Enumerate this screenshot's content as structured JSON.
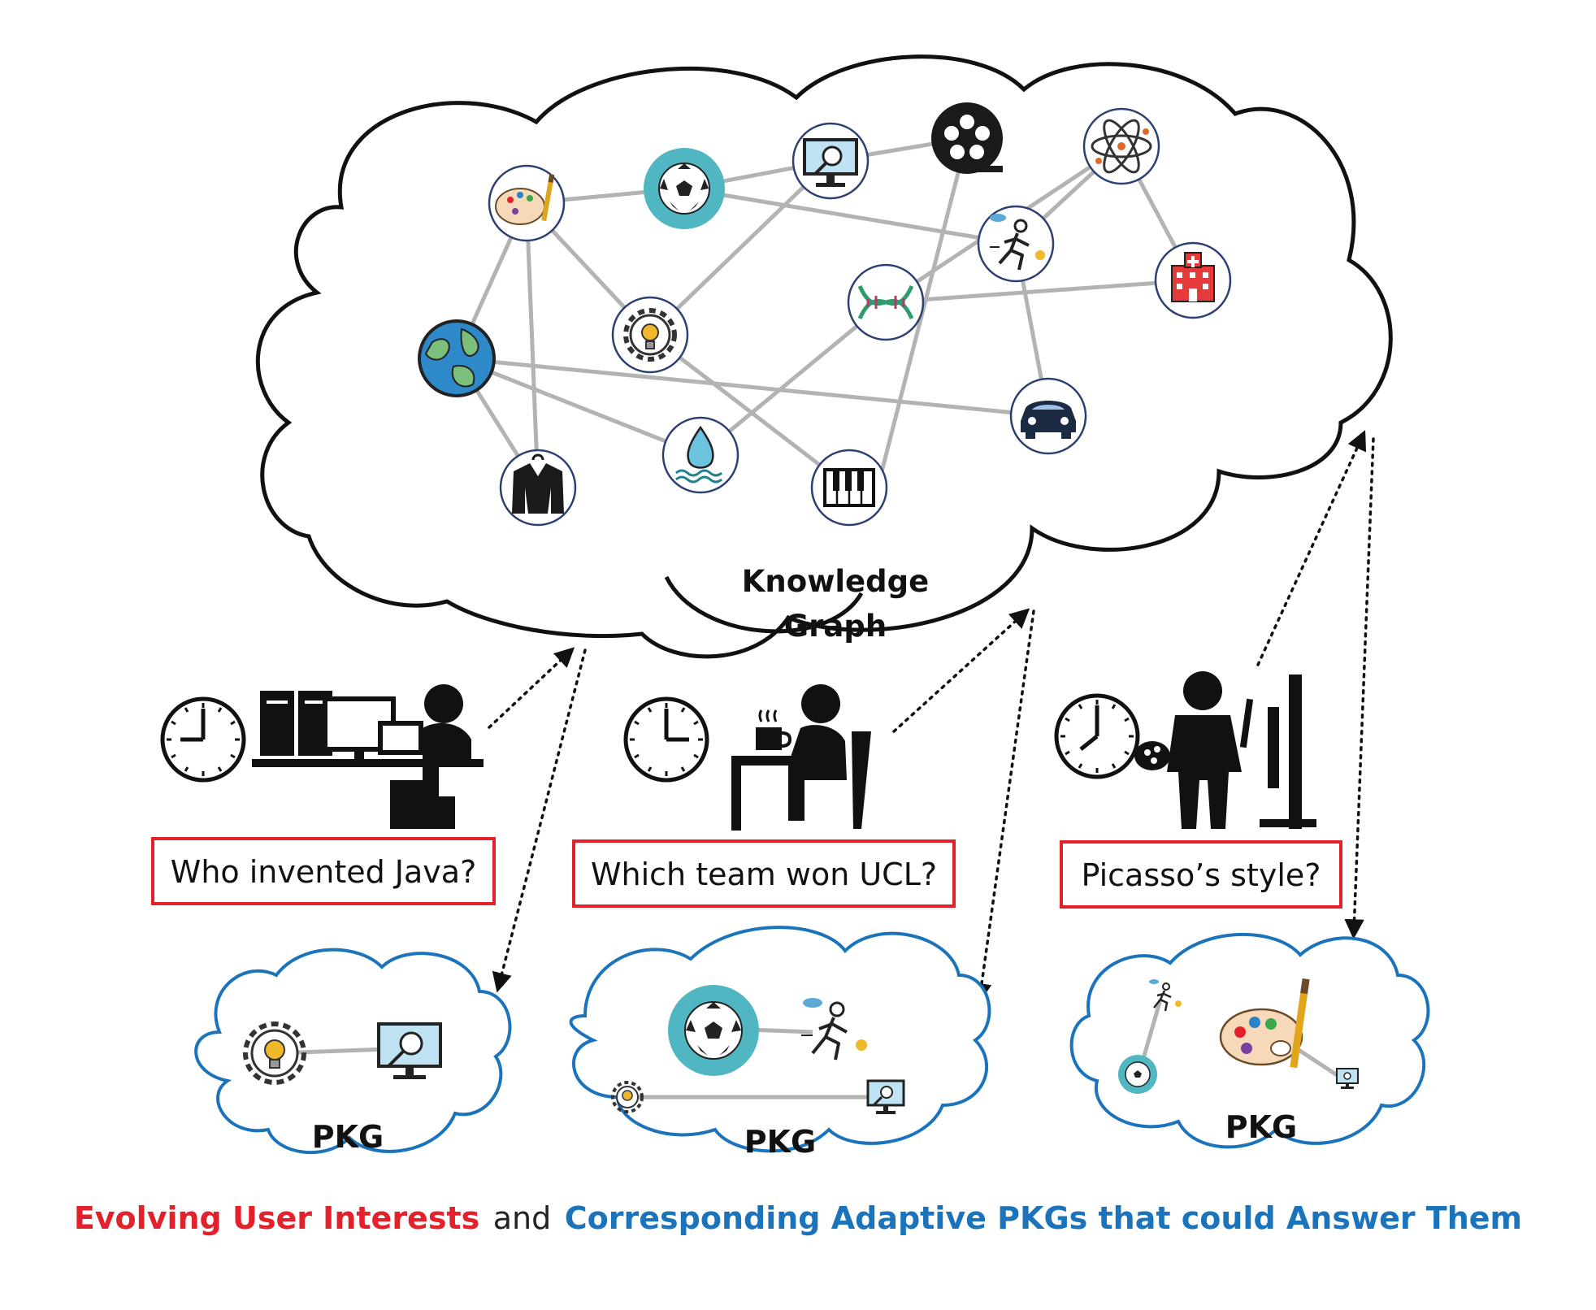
{
  "knowledge_graph": {
    "label_line1": "Knowledge",
    "label_line2": "Graph",
    "nodes": [
      "palette-icon",
      "soccer-ball-icon",
      "monitor-search-icon",
      "film-reel-icon",
      "atom-icon",
      "runner-icon",
      "hospital-icon",
      "dna-icon",
      "gear-bulb-icon",
      "globe-icon",
      "car-icon",
      "water-drop-icon",
      "piano-icon",
      "coat-icon"
    ]
  },
  "users": [
    {
      "clock": "9 o'clock",
      "activity": "working at computer",
      "question": "Who invented Java?"
    },
    {
      "clock": "3 o'clock",
      "activity": "having coffee",
      "question": "Which team won UCL?"
    },
    {
      "clock": "8 o'clock",
      "activity": "painting",
      "question": "Picasso’s style?"
    }
  ],
  "pkgs": [
    {
      "label": "PKG"
    },
    {
      "label": "PKG"
    },
    {
      "label": "PKG"
    }
  ],
  "caption": {
    "part1": "Evolving User Interests",
    "part2": " and ",
    "part3": "Corresponding Adaptive PKGs that could Answer Them"
  },
  "colors": {
    "caption_red": "#e3212b",
    "caption_blue": "#1b74bb",
    "pkg_outline": "#1b74bb",
    "question_box": "#e3212b",
    "edge": "#b3b3b3"
  }
}
